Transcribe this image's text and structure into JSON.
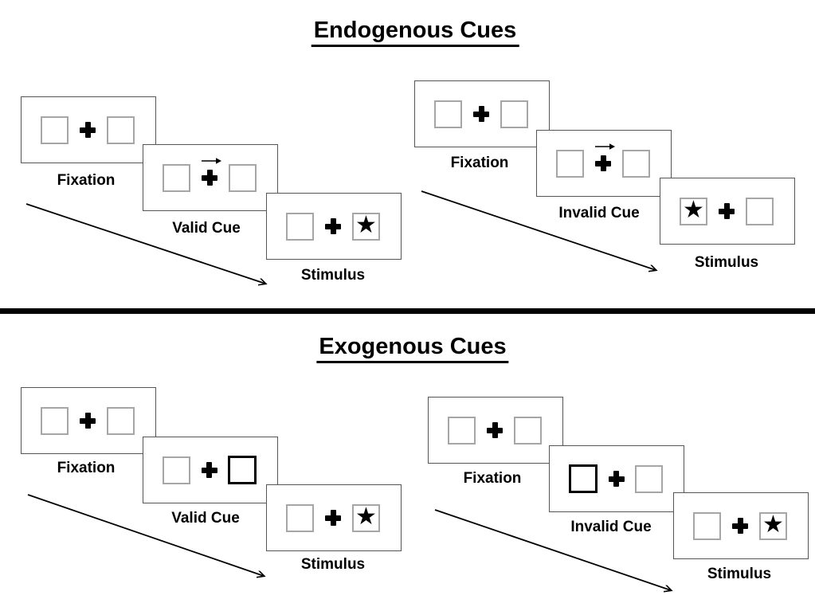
{
  "diagram": {
    "background": "#ffffff",
    "divider_color": "#000000",
    "panel_border_color": "#555555",
    "placeholder_box_border_color": "#a6a6a6",
    "exogenous_cue_box_border_color": "#000000",
    "text_color": "#000000"
  },
  "icons": {
    "star": "★",
    "fixation_cross": "plus-cross",
    "endogenous_cue_arrow_direction": "right"
  },
  "sections": [
    {
      "title": "Endogenous Cues",
      "sequences": [
        {
          "name": "valid",
          "panels": [
            {
              "label": "Fixation",
              "type": "fixation"
            },
            {
              "label": "Valid Cue",
              "type": "endogenous-cue",
              "cue_arrow": "right"
            },
            {
              "label": "Stimulus",
              "type": "stimulus",
              "star_in": "right"
            }
          ]
        },
        {
          "name": "invalid",
          "panels": [
            {
              "label": "Fixation",
              "type": "fixation"
            },
            {
              "label": "Invalid Cue",
              "type": "endogenous-cue",
              "cue_arrow": "right"
            },
            {
              "label": "Stimulus",
              "type": "stimulus",
              "star_in": "left"
            }
          ]
        }
      ]
    },
    {
      "title": "Exogenous Cues",
      "sequences": [
        {
          "name": "valid",
          "panels": [
            {
              "label": "Fixation",
              "type": "fixation"
            },
            {
              "label": "Valid Cue",
              "type": "exogenous-cue",
              "bold_box": "right"
            },
            {
              "label": "Stimulus",
              "type": "stimulus",
              "star_in": "right"
            }
          ]
        },
        {
          "name": "invalid",
          "panels": [
            {
              "label": "Fixation",
              "type": "fixation"
            },
            {
              "label": "Invalid Cue",
              "type": "exogenous-cue",
              "bold_box": "left"
            },
            {
              "label": "Stimulus",
              "type": "stimulus",
              "star_in": "right"
            }
          ]
        }
      ]
    }
  ]
}
